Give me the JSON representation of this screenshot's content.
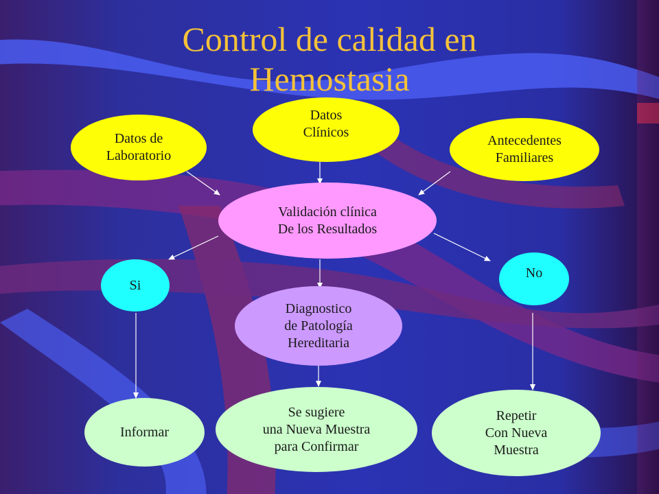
{
  "title": {
    "line1": "Control de calidad en",
    "line2": "Hemostasia"
  },
  "nodes": {
    "lab": {
      "line1": "Datos de",
      "line2": "Laboratorio"
    },
    "clinicos": {
      "line1": "Datos",
      "line2": "Clínicos"
    },
    "antecedentes": {
      "line1": "Antecedentes",
      "line2": "Familiares"
    },
    "validacion": {
      "line1": "Validación clínica",
      "line2": "De los Resultados"
    },
    "si": {
      "label": "Si"
    },
    "no": {
      "label": "No"
    },
    "diagnostico": {
      "line1": "Diagnostico",
      "line2": "de Patología",
      "line3": "Hereditaria"
    },
    "informar": {
      "label": "Informar"
    },
    "sugiere": {
      "line1": "Se sugiere",
      "line2": "una Nueva Muestra",
      "line3": "para Confirmar"
    },
    "repetir": {
      "line1": "Repetir",
      "line2": "Con Nueva",
      "line3": "Muestra"
    }
  },
  "colors": {
    "title": "#f5c23a",
    "yellow_nodes": "#fefe06",
    "validation_node": "#ff99ff",
    "decision_nodes": "#20ffff",
    "diagnosis_node": "#cc99ff",
    "outcome_nodes": "#ccffcc"
  }
}
